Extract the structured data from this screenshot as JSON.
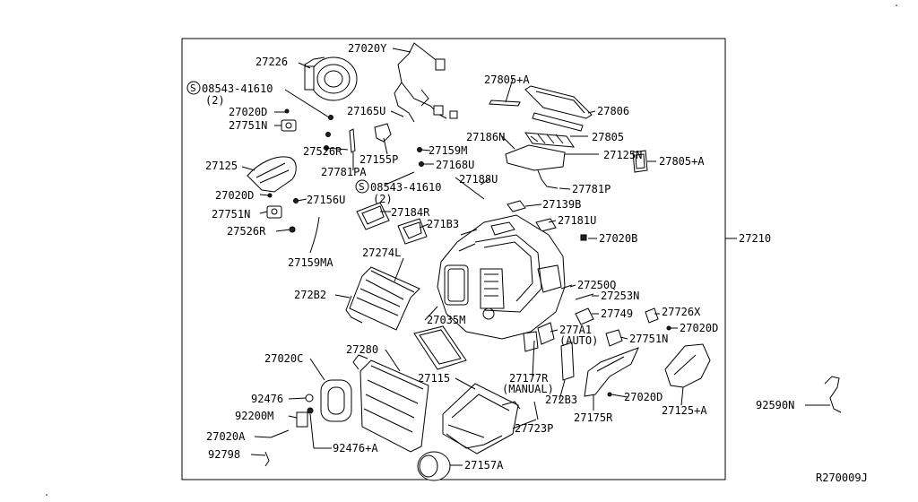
{
  "diagram_id": "R270009J",
  "labels": {
    "p27226": "27226",
    "p08543_a": "08543-41610",
    "p08543_a_qty": "(2)",
    "p27020D_a": "27020D",
    "p27751N_a": "27751N",
    "p27526R_a": "27526R",
    "p27125": "27125",
    "p27020D_b": "27020D",
    "p27751N_b": "27751N",
    "p27526R_b": "27526R",
    "p27159MA": "27159MA",
    "p27020Y": "27020Y",
    "p27165U": "27165U",
    "p27155P": "27155P",
    "p27781PA": "27781PA",
    "p27159M": "27159M",
    "p27168U": "27168U",
    "p08543_b": "08543-41610",
    "p08543_b_qty": "(2)",
    "p27156U": "27156U",
    "p27184R": "27184R",
    "p271B3": "271B3",
    "p27805A_a": "27805+A",
    "p27806": "27806",
    "p27805": "27805",
    "p27186N": "27186N",
    "p27125N": "27125N",
    "p27805A_b": "27805+A",
    "p27188U": "27188U",
    "p27781P": "27781P",
    "p27139B": "27139B",
    "p27181U": "27181U",
    "p27020B": "27020B",
    "p27210": "27210",
    "p27274L": "27274L",
    "p272B2": "272B2",
    "p27035M": "27035M",
    "p27250Q": "27250Q",
    "p27253N": "27253N",
    "p27749": "27749",
    "p27726X": "27726X",
    "p27020D_c": "27020D",
    "p277A1": "277A1",
    "p277A1_auto": "(AUTO)",
    "p27751N_c": "27751N",
    "p27020C": "27020C",
    "p27280": "27280",
    "p27115": "27115",
    "p27177R": "27177R",
    "p27177R_manual": "(MANUAL)",
    "p272B3": "272B3",
    "p27020D_d": "27020D",
    "p27175R": "27175R",
    "p27125A": "27125+A",
    "p92590N": "92590N",
    "p92476_a": "92476",
    "p92200M": "92200M",
    "p27020A": "27020A",
    "p92476_b": "92476+A",
    "p92798": "92798",
    "p27723P": "27723P",
    "p27157A": "27157A"
  },
  "symbols": {
    "screw_symbol": "S"
  }
}
